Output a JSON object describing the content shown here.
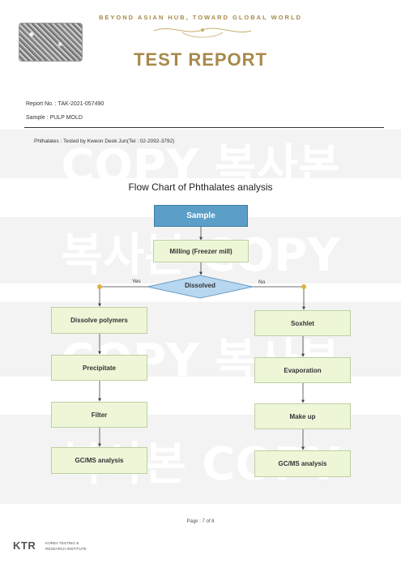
{
  "header": {
    "tagline": "BEYOND ASIAN HUB, TOWARD GLOBAL WORLD",
    "title": "TEST REPORT"
  },
  "meta": {
    "report_no": "Report No. : TAK-2021-057490",
    "sample": "Sample    :  PULP MOLD",
    "tested_by": "Phthalates : Tested by Kweon Deok Jun(Tel : 02-2092-3792)"
  },
  "watermark": {
    "line_copy_first": "COPY 복사본",
    "line_korean_first": "복사본 COPY"
  },
  "flowchart": {
    "title": "Flow Chart of Phthalates analysis",
    "start": "Sample",
    "milling": "Milling (Freezer mill)",
    "decision": "Dissolved",
    "yes_label": "Yes",
    "no_label": "No",
    "yes_branch": [
      "Dissolve polymers",
      "Precipitate",
      "Filter",
      "GC/MS analysis"
    ],
    "no_branch": [
      "Soxhlet",
      "Evaporation",
      "Make up",
      "GC/MS analysis"
    ],
    "colors": {
      "start_fill": "#5b9ec7",
      "box_fill": "#eef6d8",
      "decision_fill": "#b7d7f0",
      "connector_dot": "#e0b23c"
    }
  },
  "footer": {
    "page": "Page :   7    of    8",
    "logo": "KTR",
    "logo_line1": "KOREA TESTING &",
    "logo_line2": "RESEARCH INSTITUTE"
  }
}
